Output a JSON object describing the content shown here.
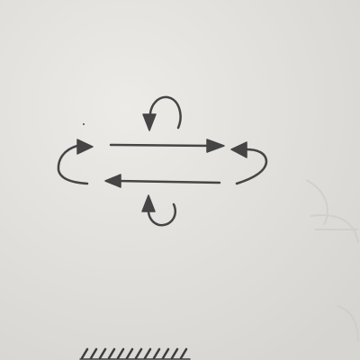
{
  "sketch": {
    "paper_color_light": "#ecebe8",
    "paper_color_dark": "#d7d5d1",
    "ink_color": "#454545",
    "arrows": [
      {
        "name": "top-straight-arrow",
        "kind": "straight",
        "direction": "right"
      },
      {
        "name": "bottom-straight-arrow",
        "kind": "straight",
        "direction": "left"
      },
      {
        "name": "left-curved-arrow",
        "kind": "curved",
        "direction": "up-right"
      },
      {
        "name": "right-curved-arrow",
        "kind": "curved",
        "direction": "up-left"
      },
      {
        "name": "top-loop-arrow",
        "kind": "loop",
        "direction": "down"
      },
      {
        "name": "bottom-loop-arrow",
        "kind": "loop",
        "direction": "up"
      }
    ],
    "edge_marks": "hatched-edge"
  }
}
